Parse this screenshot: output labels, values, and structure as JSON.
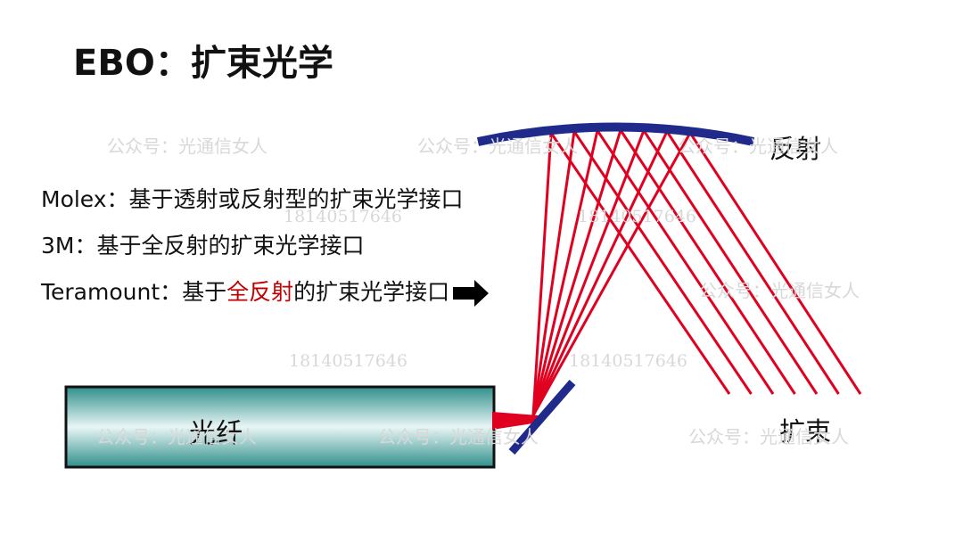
{
  "title": "EBO：扩束光学",
  "bullets": [
    {
      "before": "Molex：基于透射或反射型的扩束光学接口",
      "highlight": "",
      "after": ""
    },
    {
      "before": "3M：基于全反射的扩束光学接口",
      "highlight": "",
      "after": ""
    },
    {
      "before": "Teramount：基于",
      "highlight": "全反射",
      "after": "的扩束光学接口"
    }
  ],
  "diagram": {
    "fiber_label": "光纤",
    "reflect_label": "反射",
    "expand_label": "扩束",
    "fiber_fill_edge": "#2f8f8b",
    "fiber_fill_center": "#e8f6f5",
    "ray_color": "#e00020",
    "mirror_color": "#1f2a8a"
  },
  "watermarks": {
    "text": "公众号：光通信女人",
    "number": "18140517646"
  }
}
